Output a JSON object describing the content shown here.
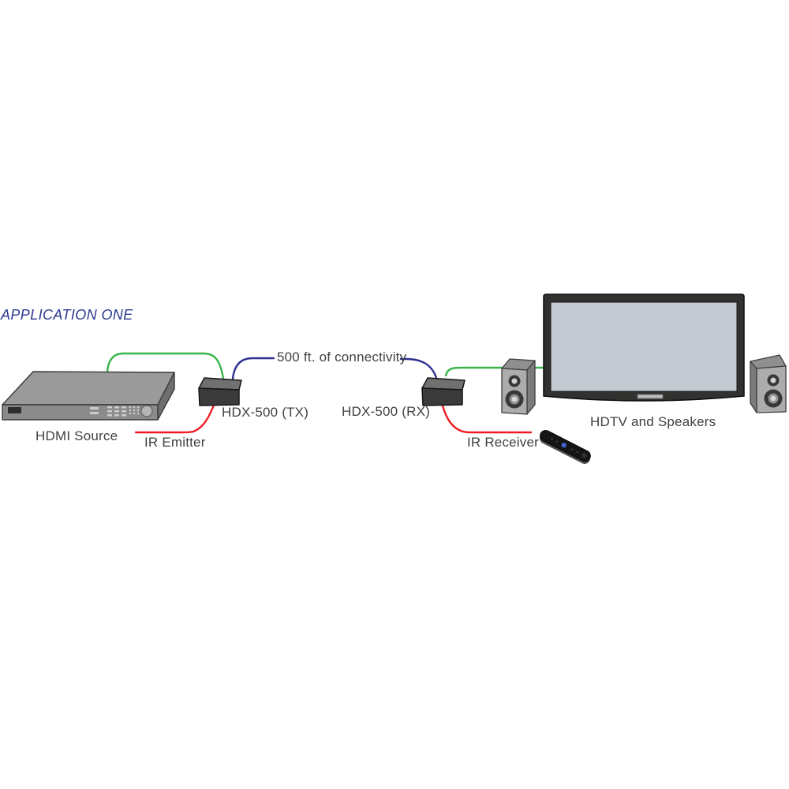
{
  "page": {
    "title": "APPLICATION ONE",
    "background": "#ffffff"
  },
  "colors": {
    "title_blue": "#2b3990",
    "label_gray": "#414042",
    "tv_screen": "#c4cad2",
    "device_gray_top": "#9a9a9a",
    "extender_dark": "#3b3b3b"
  },
  "devices": {
    "hdmi_source": {
      "label": "HDMI Source"
    },
    "tx_extender": {
      "label": "HDX-500 (TX)"
    },
    "rx_extender": {
      "label": "HDX-500 (RX)"
    },
    "hdtv_speakers": {
      "label": "HDTV and Speakers"
    }
  },
  "cables": {
    "hdmi_green": {
      "color": "#3ab54a"
    },
    "link_blue": {
      "label": "500 ft. of connectivity",
      "color": "#2e3192"
    },
    "ir_emitter": {
      "label": "IR Emitter",
      "color": "#ed1c24"
    },
    "ir_receiver": {
      "label": "IR Receiver",
      "color": "#ed1c24"
    }
  }
}
